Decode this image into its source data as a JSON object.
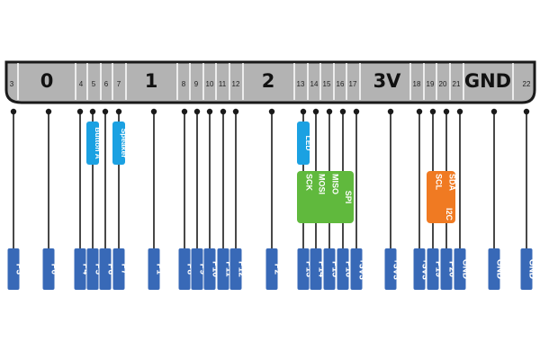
{
  "pad_numbers": [
    "3",
    "4",
    "5",
    "6",
    "7",
    "8",
    "9",
    "10",
    "11",
    "12",
    "13",
    "14",
    "15",
    "16",
    "17",
    "18",
    "19",
    "20",
    "21",
    "22"
  ],
  "large_pads": [
    "0",
    "1",
    "2",
    "3V",
    "GND"
  ],
  "pins": [
    "P3",
    "P0",
    "P4",
    "P5",
    "P6",
    "P7",
    "P1",
    "P8",
    "P9",
    "P10",
    "P11",
    "P12",
    "P2",
    "P13",
    "P14",
    "P15",
    "P16",
    "+3V3",
    "+3V3",
    "+3V3",
    "P19",
    "P20",
    "GND",
    "GND",
    "GND"
  ],
  "function_tags": {
    "button_a": "Button A",
    "speaker": "Speaker",
    "led": "LED"
  },
  "spi_group": {
    "lines": [
      "SCK",
      "MOSI",
      "MISO"
    ],
    "name": "SPI"
  },
  "i2c_group": {
    "lines": [
      "SCL",
      "SDA"
    ],
    "name": "I2C"
  },
  "colors": {
    "edge_fill": "#b3b3b3",
    "edge_border": "#1a1a1a",
    "pin_blue": "#3869b7",
    "tag_cyan": "#1ba1e2",
    "spi_green": "#60b93d",
    "i2c_orange": "#f07a22",
    "line": "#1a1a1a"
  }
}
